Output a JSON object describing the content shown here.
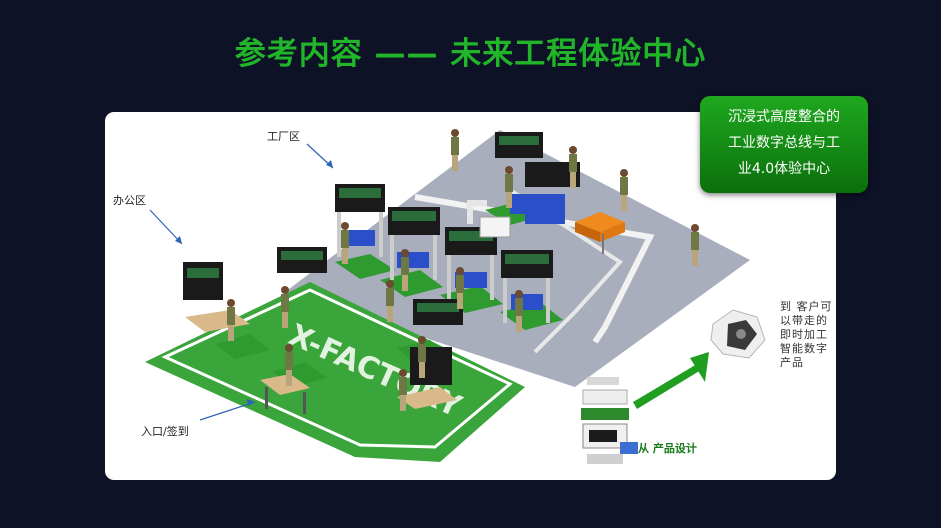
{
  "title": "参考内容 —— 未来工程体验中心",
  "callout": {
    "lines": [
      "沉浸式高度整合的",
      "工业数字总线与工",
      "业4.0体验中心"
    ]
  },
  "labels": {
    "factory_zone": "工厂区",
    "office_zone": "办公区",
    "entrance": "入口/签到",
    "product_design": "从 产品设计",
    "take_away": [
      "到 客户可",
      "以带走的",
      "即时加工",
      "智能数字",
      "产品"
    ],
    "floor_text": "X-FACTORY"
  },
  "colors": {
    "background": "#0e1226",
    "title_green": "#21b529",
    "floor_green": "#3aa53a",
    "floor_gray": "#a9aebd",
    "callout_green": "#0f8a0f"
  }
}
